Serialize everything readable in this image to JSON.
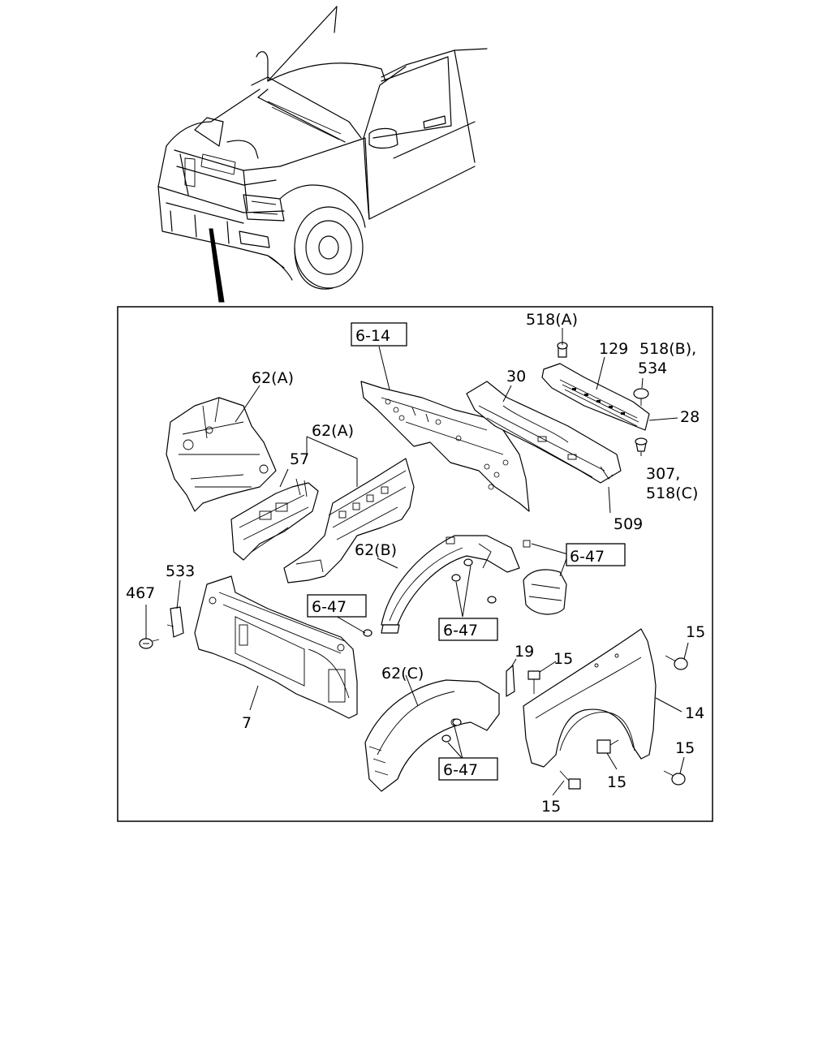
{
  "callouts": {
    "c_6_14": "6-14",
    "c_518A": "518(A)",
    "c_129": "129",
    "c_518B": "518(B),",
    "c_534": "534",
    "c_30": "30",
    "c_28": "28",
    "c_62A_1": "62(A)",
    "c_62A_2": "62(A)",
    "c_57": "57",
    "c_307": "307,",
    "c_518C": "518(C)",
    "c_509": "509",
    "c_62B": "62(B)",
    "c_6_47_a": "6-47",
    "c_6_47_b": "6-47",
    "c_6_47_c": "6-47",
    "c_6_47_d": "6-47",
    "c_533": "533",
    "c_467": "467",
    "c_19": "19",
    "c_15_a": "15",
    "c_15_b": "15",
    "c_15_c": "15",
    "c_15_d": "15",
    "c_15_e": "15",
    "c_14": "14",
    "c_62C": "62(C)",
    "c_7": "7"
  }
}
